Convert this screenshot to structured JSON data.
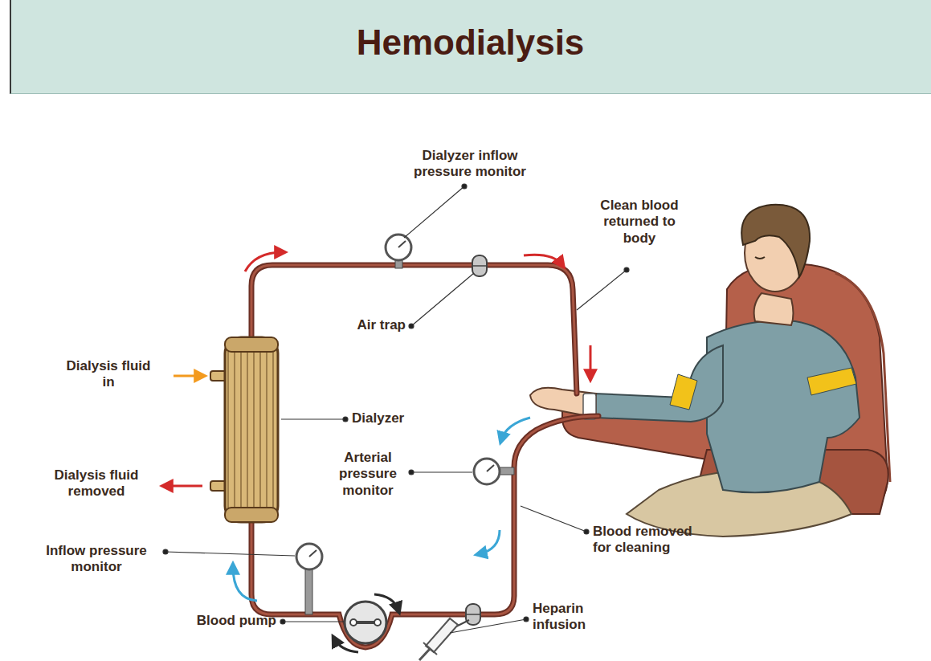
{
  "diagram": {
    "title": "Hemodialysis",
    "labels": [
      "Dialyzer inflow pressure monitor",
      "Clean blood returned to body",
      "Air trap",
      "Dialysis fluid in",
      "Dialyzer",
      "Dialysis fluid removed",
      "Arterial pressure monitor",
      "Blood removed for cleaning",
      "Inflow pressure monitor",
      "Blood pump",
      "Heparin infusion"
    ]
  }
}
